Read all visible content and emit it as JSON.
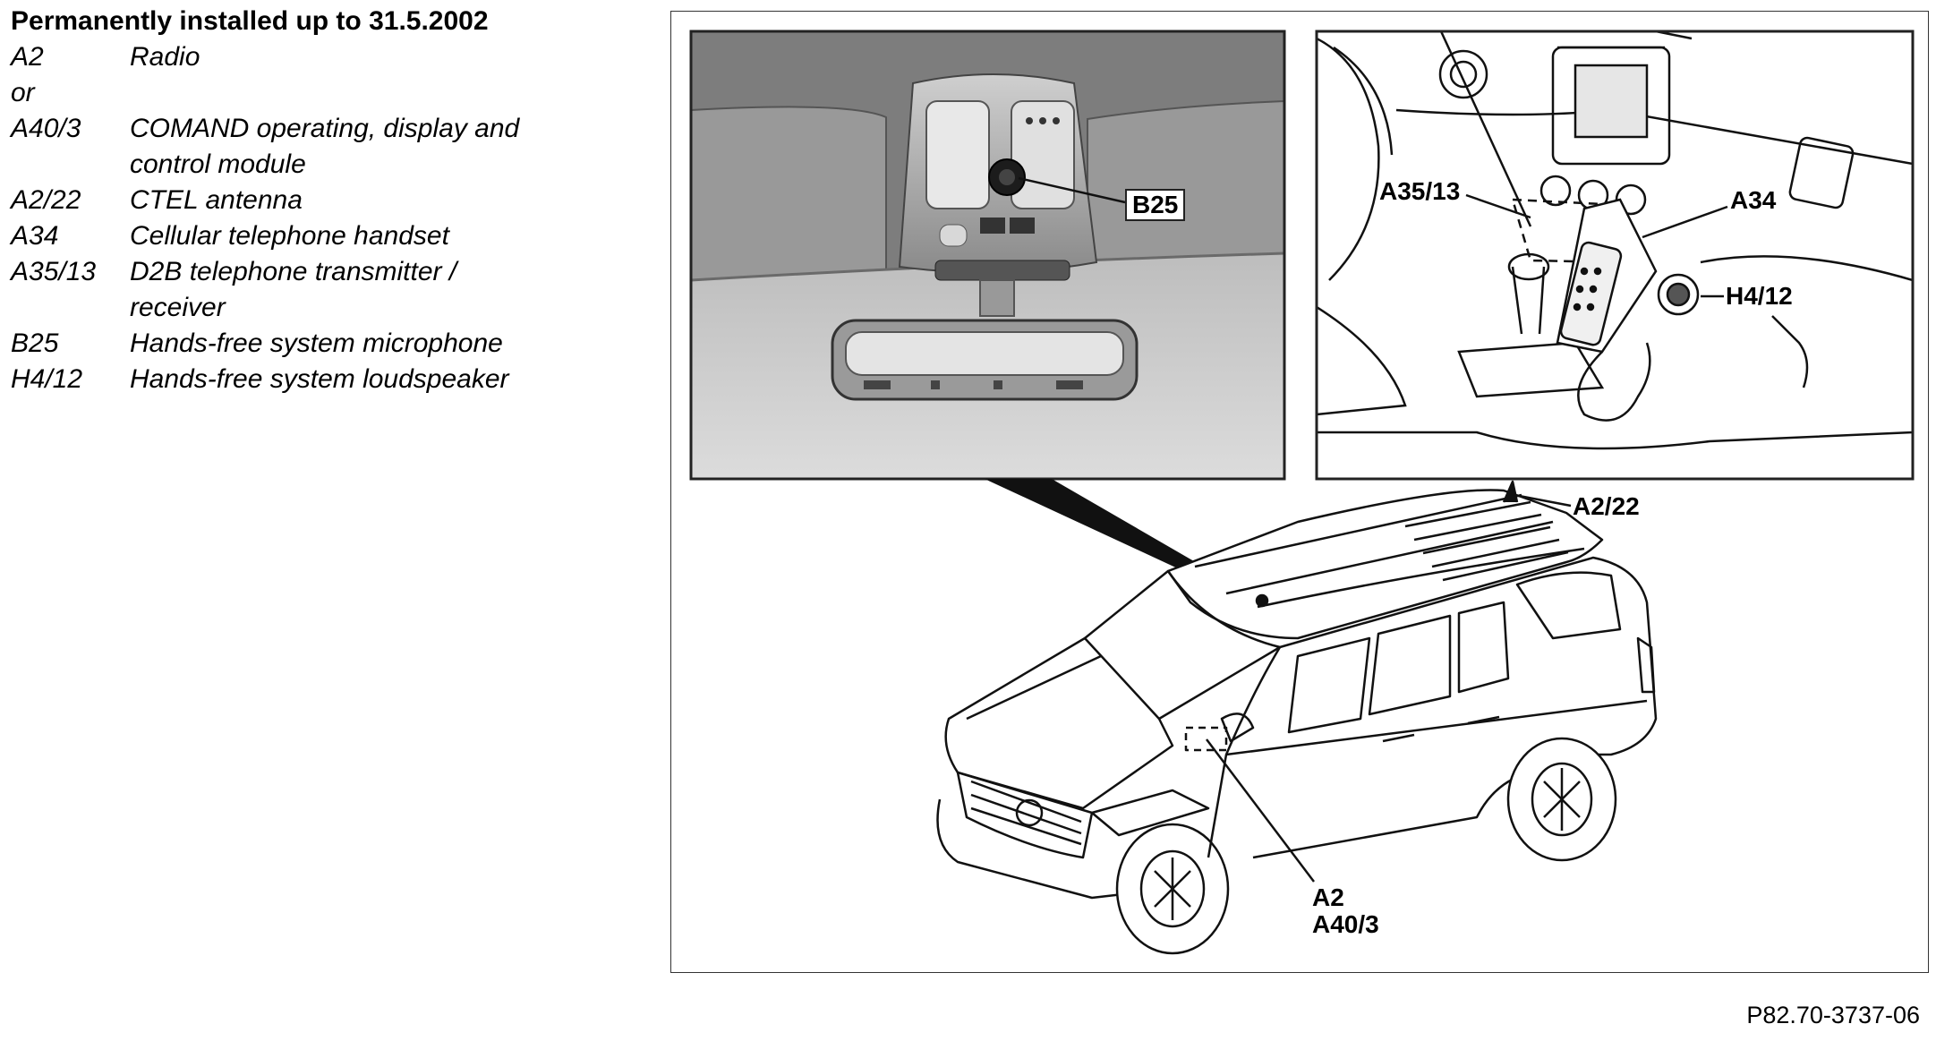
{
  "legend": {
    "title": "Permanently installed up to 31.5.2002",
    "items": [
      {
        "code": "A2",
        "desc": "Radio"
      },
      {
        "code": "or",
        "desc": ""
      },
      {
        "code": "A40/3",
        "desc": "COMAND operating, display and"
      },
      {
        "code": "",
        "desc": "control module"
      },
      {
        "code": "A2/22",
        "desc": "CTEL antenna"
      },
      {
        "code": "A34",
        "desc": "Cellular telephone handset"
      },
      {
        "code": "A35/13",
        "desc": "D2B telephone transmitter /"
      },
      {
        "code": "",
        "desc": "receiver"
      },
      {
        "code": "B25",
        "desc": "Hands-free system microphone"
      },
      {
        "code": "H4/12",
        "desc": "Hands-free system loudspeaker"
      }
    ]
  },
  "callouts": {
    "b25": "B25",
    "a35_13": "A35/13",
    "a34": "A34",
    "h4_12": "H4/12",
    "a2_22": "A2/22",
    "a2": "A2",
    "a40_3": "A40/3"
  },
  "figure_ref": "P82.70-3737-06",
  "colors": {
    "frame": "#333333",
    "inset_bg": "#8c8c8c",
    "headliner": "#d2d2d2",
    "line": "#111111"
  }
}
